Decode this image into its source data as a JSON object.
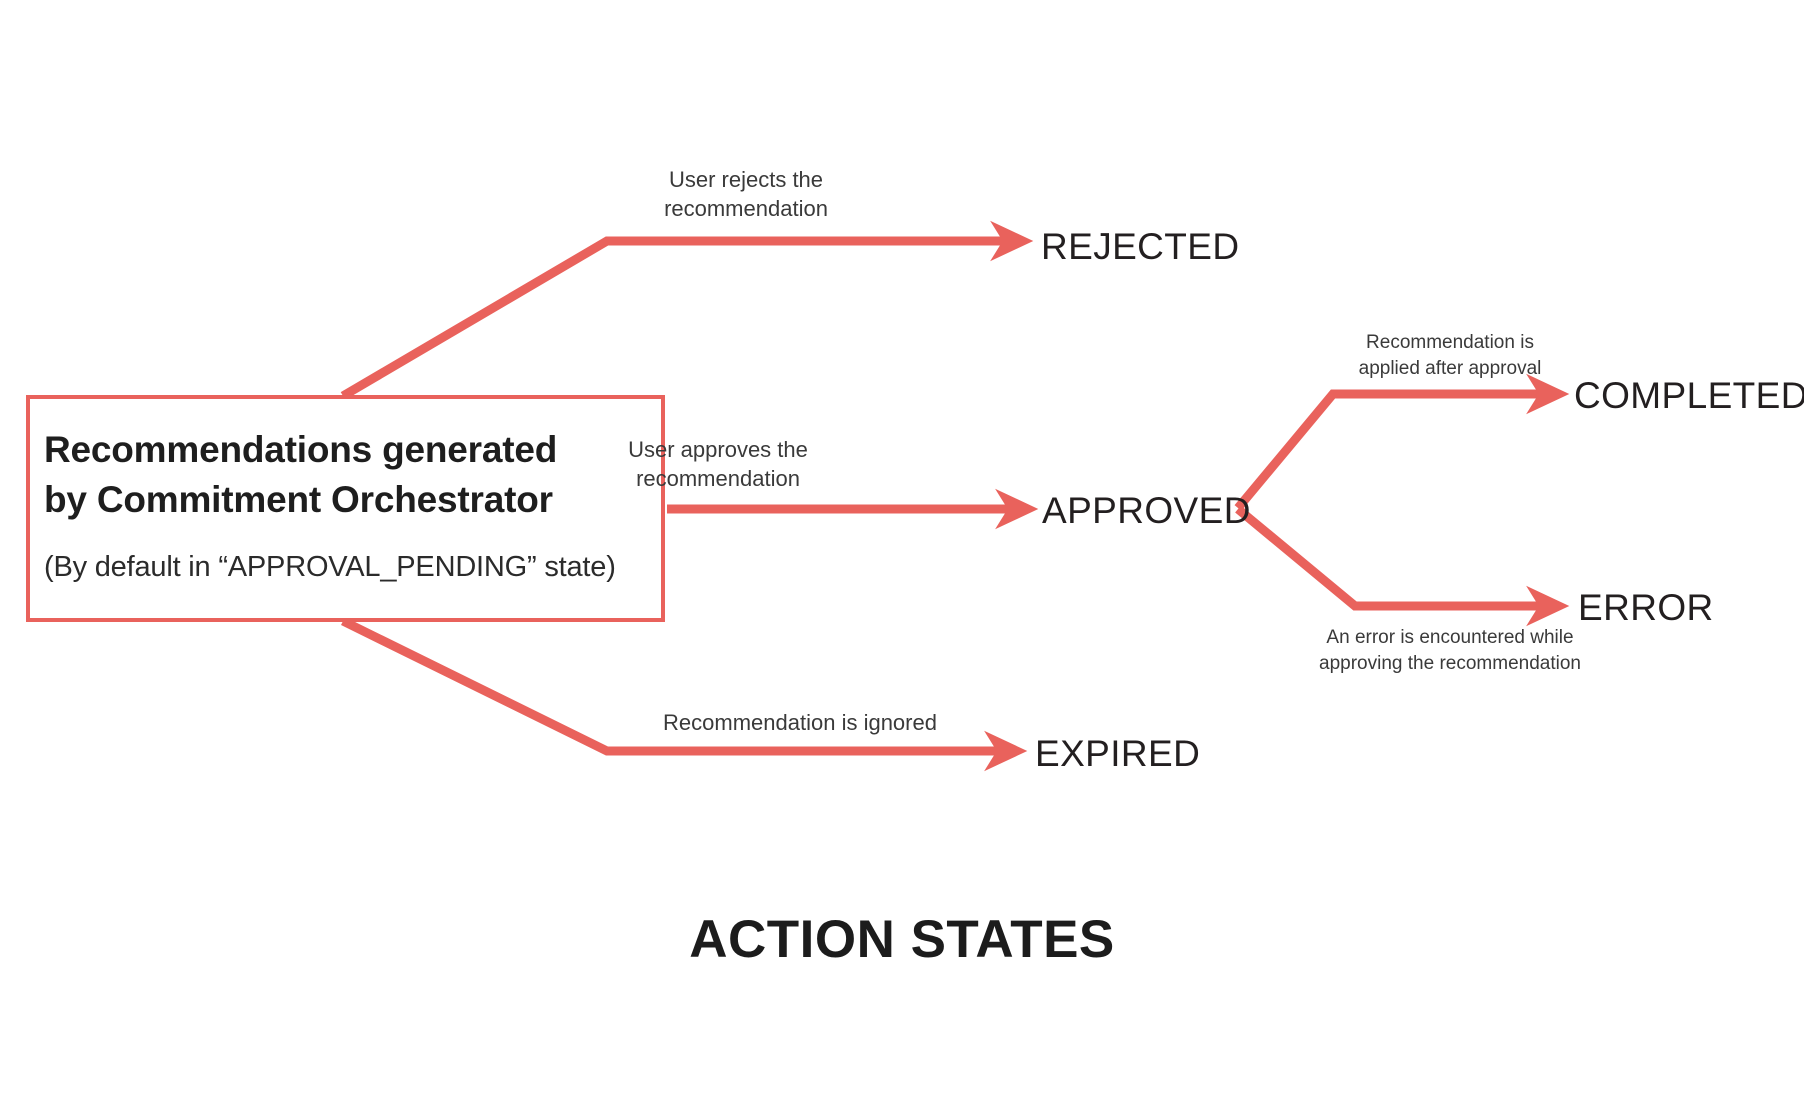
{
  "diagram": {
    "title": "ACTION STATES",
    "accent_color": "#e9625c",
    "text_color": "#231f20",
    "background_color": "#ffffff",
    "source_node": {
      "title_line1": "Recommendations generated",
      "title_line2": "by Commitment Orchestrator",
      "subtitle": "(By default in “APPROVAL_PENDING” state)"
    },
    "states": [
      {
        "id": "rejected",
        "label": "REJECTED"
      },
      {
        "id": "approved",
        "label": "APPROVED"
      },
      {
        "id": "expired",
        "label": "EXPIRED"
      },
      {
        "id": "completed",
        "label": "COMPLETED"
      },
      {
        "id": "error",
        "label": "ERROR"
      }
    ],
    "transitions": [
      {
        "id": "to-rejected",
        "from": "source",
        "to": "rejected",
        "label_line1": "User rejects the",
        "label_line2": "recommendation"
      },
      {
        "id": "to-approved",
        "from": "source",
        "to": "approved",
        "label_line1": "User approves the",
        "label_line2": "recommendation"
      },
      {
        "id": "to-expired",
        "from": "source",
        "to": "expired",
        "label_line1": "Recommendation is ignored",
        "label_line2": ""
      },
      {
        "id": "to-completed",
        "from": "approved",
        "to": "completed",
        "label_line1": "Recommendation is",
        "label_line2": "applied after approval"
      },
      {
        "id": "to-error",
        "from": "approved",
        "to": "error",
        "label_line1": "An error is encountered while",
        "label_line2": "approving the recommendation"
      }
    ]
  }
}
